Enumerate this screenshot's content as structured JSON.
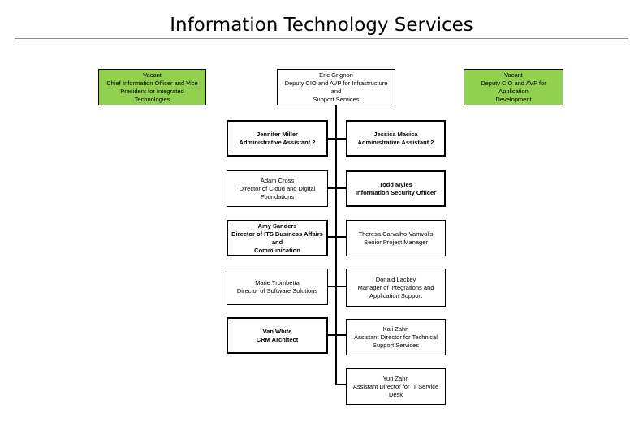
{
  "page": {
    "title": "Information Technology Services"
  },
  "org": {
    "top_left": {
      "line1": "Vacant",
      "line2": "Chief Information Officer and Vice",
      "line3": "President for Integrated Technologies"
    },
    "top_center": {
      "line1": "Eric Grignon",
      "line2": "Deputy CIO and AVP for Infrastructure and",
      "line3": "Support Services"
    },
    "top_right": {
      "line1": "Vacant",
      "line2": "Deputy CIO and AVP for Application",
      "line3": "Development"
    },
    "left": [
      {
        "name": "Jennifer Miller",
        "title": "Administrative Assistant 2"
      },
      {
        "name": "Adam Cross",
        "title": "Director of Cloud and Digital",
        "title2": "Foundations"
      },
      {
        "name": "Amy Sanders",
        "title": "Director of ITS Business Affairs and",
        "title2": "Communication"
      },
      {
        "name": "Marie Trombetta",
        "title": "Director of Software Solutions"
      },
      {
        "name": "Van White",
        "title": "CRM Architect"
      }
    ],
    "right": [
      {
        "name": "Jessica Macica",
        "title": "Administrative Assistant 2"
      },
      {
        "name": "Todd Myles",
        "title": "Information Security Officer"
      },
      {
        "name": "Theresa Carvalho-Vamvalis",
        "title": "Senior Project Manager"
      },
      {
        "name": "Donald Lackey",
        "title": "Manager of Integrations and",
        "title2": "Application Support"
      },
      {
        "name": "Kali Zahn",
        "title": "Assistant Director for Technical",
        "title2": "Support Services"
      },
      {
        "name": "Yuri Zahn",
        "title": "Assistant Director for IT Service Desk"
      }
    ]
  }
}
